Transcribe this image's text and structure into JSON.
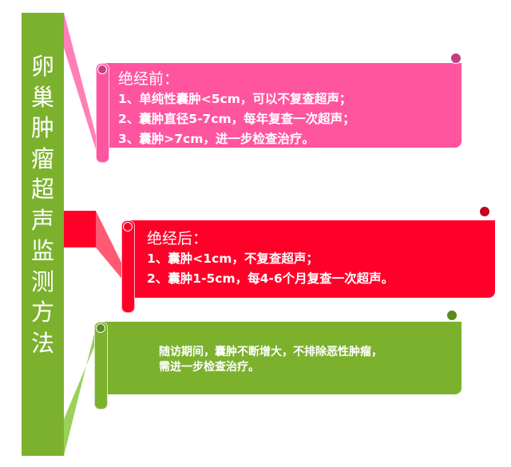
{
  "title": "卵巢肿瘤超声监测方法",
  "colors": {
    "sidebar": "#7cb12e",
    "premenopause": "#ff559f",
    "postmenopause": "#ff0028",
    "followup": "#7cb12e"
  },
  "sections": [
    {
      "heading": "绝经前：",
      "items": [
        "1、单纯性囊肿<5cm，可以不复查超声；",
        "2、囊肿直径5-7cm，每年复查一次超声；",
        "3、囊肿>7cm，进一步检查治疗。"
      ]
    },
    {
      "heading": "绝经后：",
      "items": [
        "1、囊肿<1cm，不复查超声；",
        "2、囊肿1-5cm，每4-6个月复查一次超声。"
      ]
    },
    {
      "heading": "",
      "items": [
        "随访期间，囊肿不断增大，不排除恶性肿瘤，",
        "需进一步检查治疗。"
      ]
    }
  ]
}
